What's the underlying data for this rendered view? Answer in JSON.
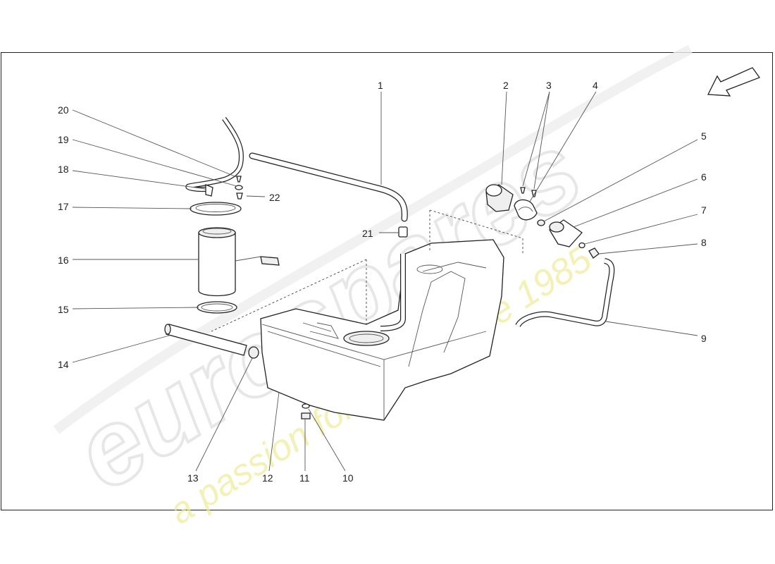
{
  "watermark": {
    "brand": "eurospares",
    "tagline": "a passion for parts since 1985",
    "brand_color": "#e6e6e6",
    "tagline_color": "#f0ec9a"
  },
  "callouts": [
    "1",
    "2",
    "3",
    "4",
    "5",
    "6",
    "7",
    "8",
    "9",
    "10",
    "11",
    "12",
    "13",
    "14",
    "15",
    "16",
    "17",
    "18",
    "19",
    "20",
    "21",
    "22"
  ],
  "icons": {
    "direction_arrow": "arrow-down-left-icon"
  }
}
